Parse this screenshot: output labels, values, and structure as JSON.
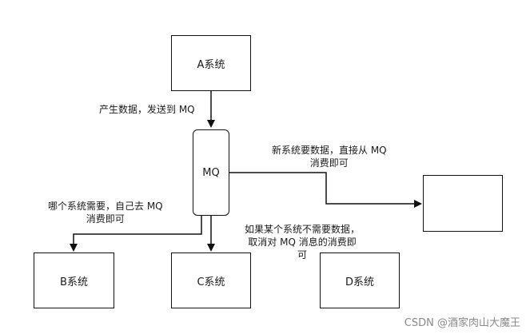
{
  "nodes": {
    "system_a": "A系统",
    "mq": "MQ",
    "system_b": "B系统",
    "system_c": "C系统",
    "system_d": "D系统",
    "new_system": ""
  },
  "edge_labels": {
    "a_to_mq": "产生数据，发送到 MQ",
    "mq_to_new_line1": "新系统要数据，直接从 MQ",
    "mq_to_new_line2": "消费即可",
    "mq_to_b_line1": "哪个系统需要，自己去 MQ",
    "mq_to_b_line2": "消费即可",
    "cancel_line1": "如果某个系统不需要数据，",
    "cancel_line2": "取消对 MQ 消息的消费即",
    "cancel_line3": "可"
  },
  "watermark": "CSDN @酒家肉山大魔王",
  "colors": {
    "stroke": "#111111",
    "watermark": "#8a8a8a"
  }
}
